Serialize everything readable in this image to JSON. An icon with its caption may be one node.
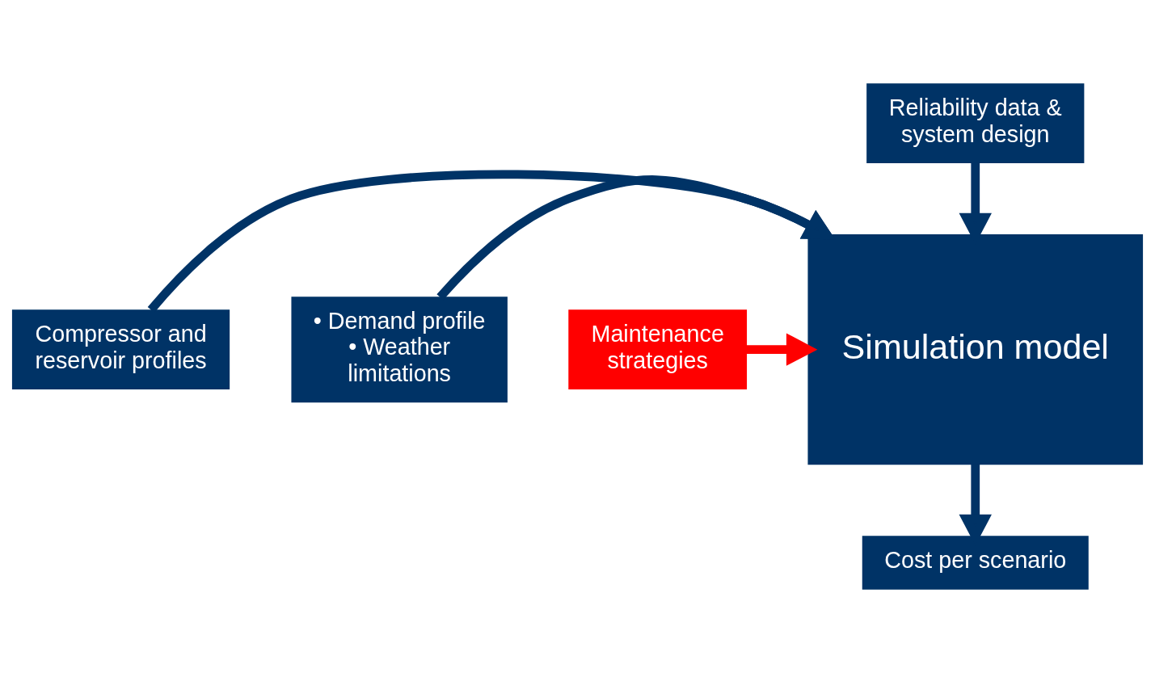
{
  "diagram": {
    "nodes": [
      {
        "text": [
          "Reliability data & system design"
        ]
      },
      {
        "text": [
          "Compressor and reservoir profiles"
        ]
      },
      {
        "text": [
          "Simulation model"
        ]
      },
      {
        "text": [
          "• Demand profile",
          "• Weather limitations"
        ]
      },
      {
        "text": [
          "Maintenance strategies"
        ]
      },
      {
        "text": [
          "Cost per scenario"
        ]
      }
    ],
    "edges": [
      {
        "from": 0,
        "to": 2,
        "arrow": "to"
      },
      {
        "from": 1,
        "to": 2,
        "arrow": "to"
      },
      {
        "from": 3,
        "to": 2,
        "arrow": "to"
      },
      {
        "from": 4,
        "to": 2,
        "arrow": "to",
        "color": "#ff0000"
      },
      {
        "from": 2,
        "to": 5,
        "arrow": "to"
      }
    ]
  }
}
